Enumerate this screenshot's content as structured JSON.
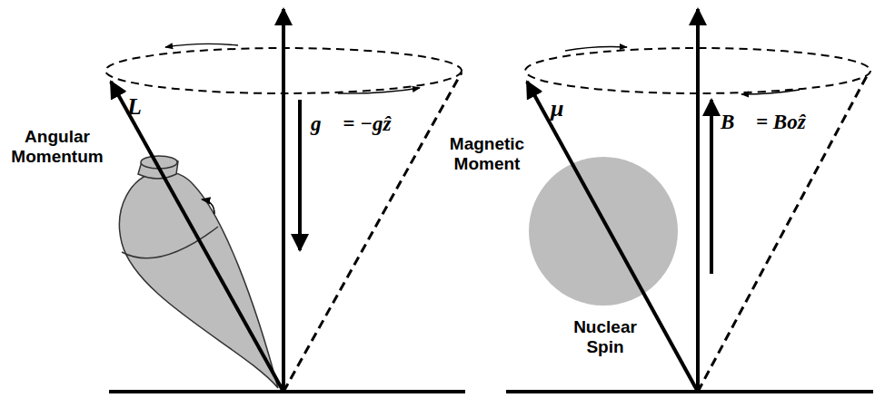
{
  "diagram": {
    "labels": [
      "Angular Momentum",
      "L⃗",
      "g⃗ = −gẑ",
      "Magnetic Moment",
      "μ⃗",
      "B⃗ = Boẑ",
      "Nuclear Spin"
    ]
  }
}
